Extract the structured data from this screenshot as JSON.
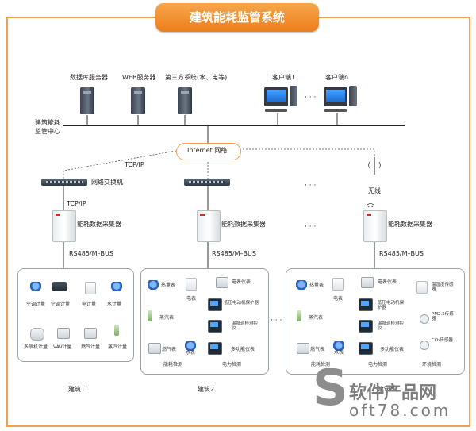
{
  "title": "建筑能耗监管系统",
  "center_label": [
    "建筑能耗",
    "监管中心"
  ],
  "servers": [
    {
      "label": "数据库服务器"
    },
    {
      "label": "WEB服务器"
    },
    {
      "label": "第三方系统(水、电等)"
    }
  ],
  "clients": [
    {
      "label": "客户端1"
    },
    {
      "label": "客户端n"
    }
  ],
  "ellipsis": "· · ·",
  "network": {
    "internet": "Internet 网络",
    "tcpip": "TCP/IP",
    "switch_label": "网络交换机",
    "wireless": "无线"
  },
  "collector_label": "能耗数据采集器",
  "bus_label": "RS485/M–BUS",
  "buildings": [
    {
      "name": "建筑1",
      "meters": [
        "空调计量",
        "空调计量",
        "电计量",
        "水计量",
        "多联机计量",
        "VAV计量",
        "燃气计量",
        "蒸汽计量"
      ]
    },
    {
      "name": "建筑2",
      "meters": [
        "热量表",
        "电表",
        "电表仪表",
        "低压电动机保护器",
        "蒸汽表",
        "温度巡检测控仪",
        "燃气表",
        "水表",
        "多功能仪表"
      ],
      "groups": [
        "能耗检测",
        "电力检测"
      ]
    },
    {
      "name": "建筑N",
      "meters": [
        "热量表",
        "电表",
        "电表仪表",
        "低压电动机保护器",
        "蒸汽表",
        "温度巡检测控仪",
        "燃气表",
        "水表",
        "多功能仪表",
        "温湿度传感器",
        "PM2.5传感器",
        "CO₂传感器"
      ],
      "groups": [
        "能耗检测",
        "电力检测",
        "环境检测"
      ]
    }
  ],
  "watermark": {
    "text": "软件产品网",
    "url": "oft78.com",
    "logo_letter": "S"
  }
}
